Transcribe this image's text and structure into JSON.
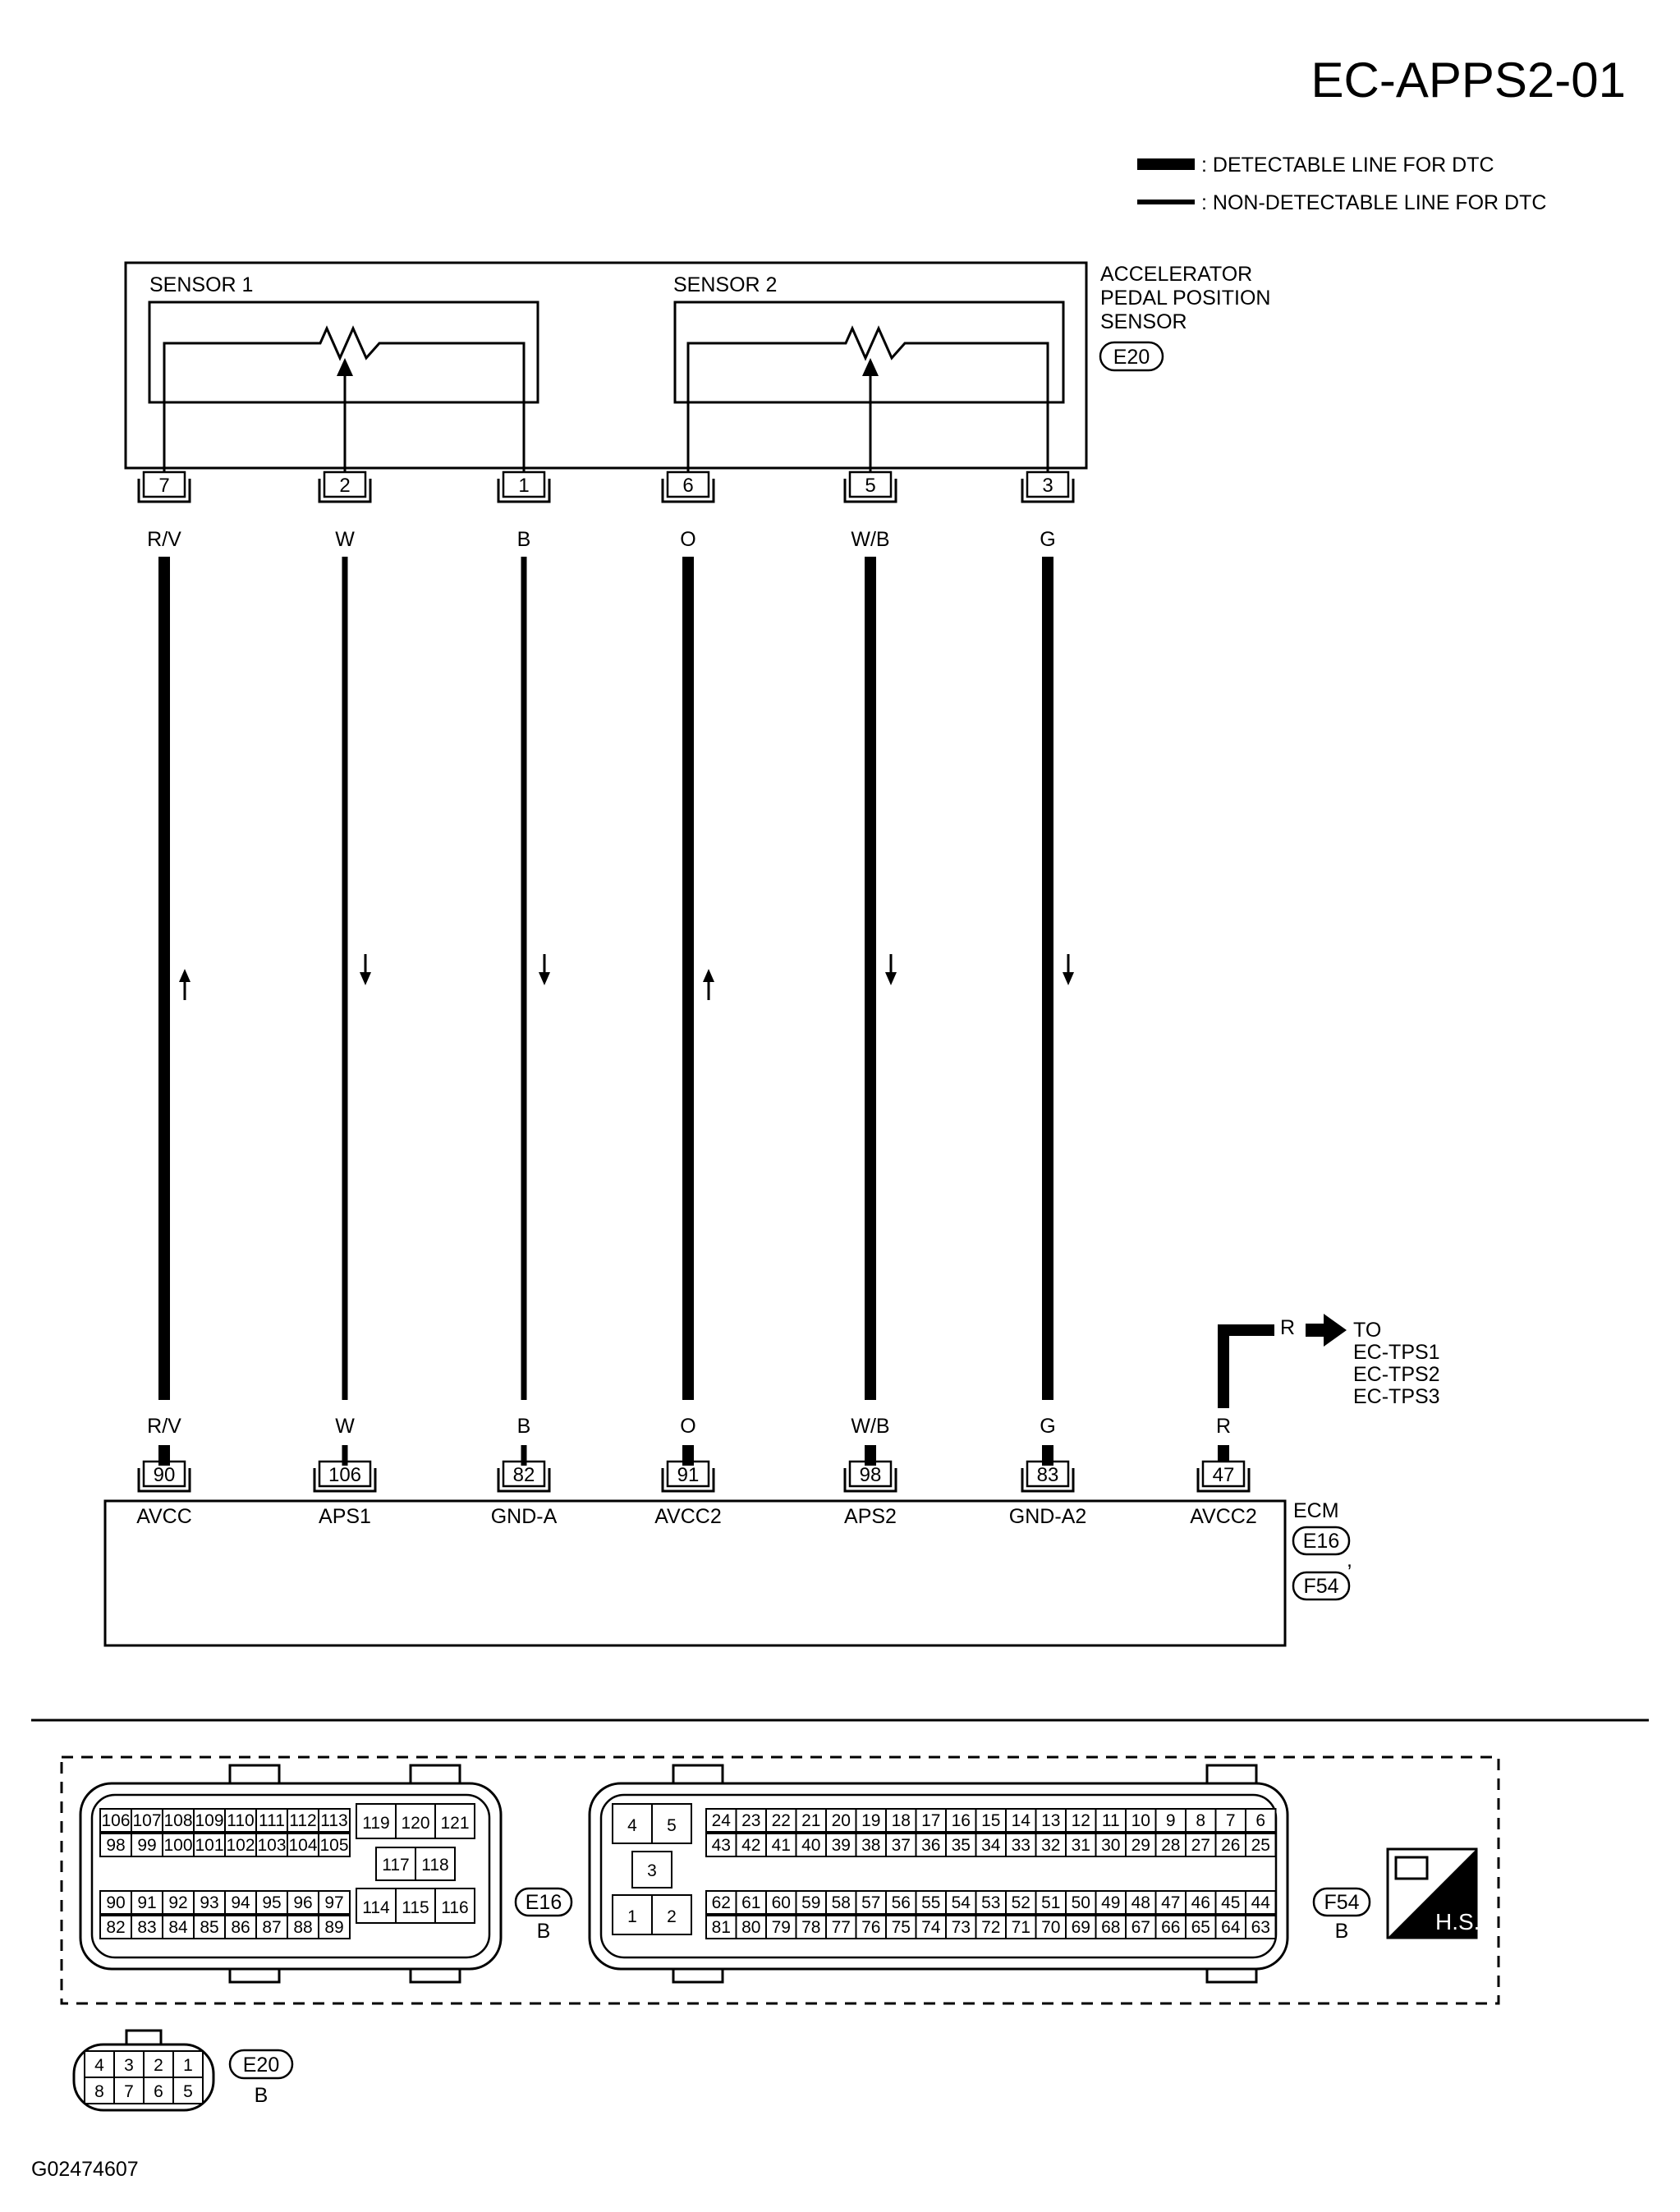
{
  "page_code": "EC-APPS2-01",
  "legend": {
    "detectable": ": DETECTABLE LINE FOR DTC",
    "non_detectable": ": NON-DETECTABLE LINE FOR DTC"
  },
  "sensor": {
    "title_lines": [
      "ACCELERATOR",
      "PEDAL POSITION",
      "SENSOR"
    ],
    "connector_id": "E20",
    "sensor1_label": "SENSOR 1",
    "sensor2_label": "SENSOR 2"
  },
  "wires": [
    {
      "sensor_pin": "7",
      "color": "R/V",
      "ecm_pin": "90",
      "ecm_label": "AVCC",
      "detectable": true,
      "arrow": "up"
    },
    {
      "sensor_pin": "2",
      "color": "W",
      "ecm_pin": "106",
      "ecm_label": "APS1",
      "detectable": false,
      "arrow": "down"
    },
    {
      "sensor_pin": "1",
      "color": "B",
      "ecm_pin": "82",
      "ecm_label": "GND-A",
      "detectable": false,
      "arrow": "down"
    },
    {
      "sensor_pin": "6",
      "color": "O",
      "ecm_pin": "91",
      "ecm_label": "AVCC2",
      "detectable": true,
      "arrow": "up"
    },
    {
      "sensor_pin": "5",
      "color": "W/B",
      "ecm_pin": "98",
      "ecm_label": "APS2",
      "detectable": true,
      "arrow": "down"
    },
    {
      "sensor_pin": "3",
      "color": "G",
      "ecm_pin": "83",
      "ecm_label": "GND-A2",
      "detectable": true,
      "arrow": "down"
    }
  ],
  "branch": {
    "color": "R",
    "ecm_pin": "47",
    "ecm_label": "AVCC2",
    "to_lines": [
      "TO",
      "EC-TPS1",
      "EC-TPS2",
      "EC-TPS3"
    ]
  },
  "ecm": {
    "label": "ECM",
    "connectors": [
      "E16",
      "F54"
    ],
    "separator": ","
  },
  "connector_views": {
    "e16": {
      "id": "E16",
      "color": "B",
      "rows_left": [
        [
          "106",
          "107",
          "108",
          "109",
          "110",
          "111",
          "112",
          "113"
        ],
        [
          "98",
          "99",
          "100",
          "101",
          "102",
          "103",
          "104",
          "105"
        ],
        [
          "90",
          "91",
          "92",
          "93",
          "94",
          "95",
          "96",
          "97"
        ],
        [
          "82",
          "83",
          "84",
          "85",
          "86",
          "87",
          "88",
          "89"
        ]
      ],
      "block": [
        "119",
        "120",
        "121",
        "117",
        "118",
        "114",
        "115",
        "116"
      ]
    },
    "f54": {
      "id": "F54",
      "color": "B",
      "block": [
        "4",
        "5",
        "3",
        "1",
        "2"
      ],
      "rows_right": [
        [
          "24",
          "23",
          "22",
          "21",
          "20",
          "19",
          "18",
          "17",
          "16",
          "15",
          "14",
          "13",
          "12",
          "11",
          "10",
          "9",
          "8",
          "7",
          "6"
        ],
        [
          "43",
          "42",
          "41",
          "40",
          "39",
          "38",
          "37",
          "36",
          "35",
          "34",
          "33",
          "32",
          "31",
          "30",
          "29",
          "28",
          "27",
          "26",
          "25"
        ],
        [
          "62",
          "61",
          "60",
          "59",
          "58",
          "57",
          "56",
          "55",
          "54",
          "53",
          "52",
          "51",
          "50",
          "49",
          "48",
          "47",
          "46",
          "45",
          "44"
        ],
        [
          "81",
          "80",
          "79",
          "78",
          "77",
          "76",
          "75",
          "74",
          "73",
          "72",
          "71",
          "70",
          "69",
          "68",
          "67",
          "66",
          "65",
          "64",
          "63"
        ]
      ]
    },
    "e20": {
      "id": "E20",
      "color": "B",
      "rows": [
        [
          "4",
          "3",
          "2",
          "1"
        ],
        [
          "8",
          "7",
          "6",
          "5"
        ]
      ]
    },
    "hs_badge": "H.S."
  },
  "figure_code": "G02474607"
}
